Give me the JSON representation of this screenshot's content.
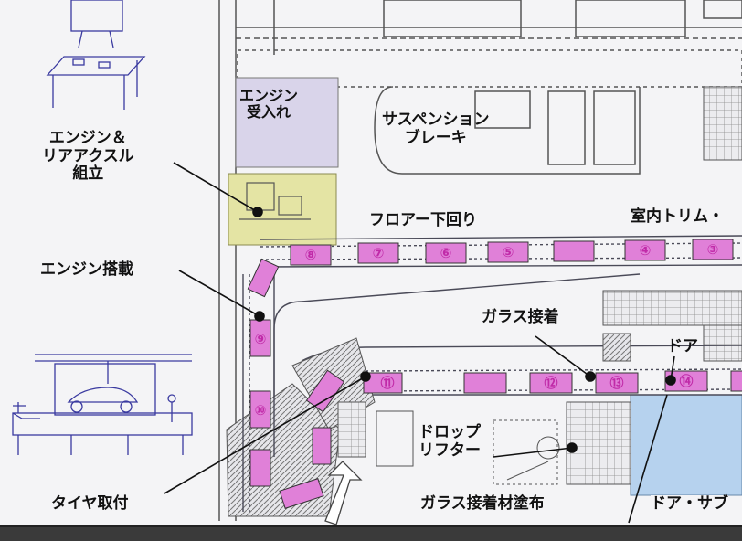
{
  "labels": {
    "engine_receiving": [
      "エンジン",
      "受入れ"
    ],
    "suspension_brake": [
      "サスペンション",
      "ブレーキ"
    ],
    "engine_rear_axle": [
      "エンジン＆",
      "リアアクスル",
      "組立"
    ],
    "floor_underbody": "フロアー下回り",
    "interior_trim": "室内トリム・",
    "engine_mounting": "エンジン搭載",
    "glass_bonding": "ガラス接着",
    "door": "ドア",
    "drop_lifter": [
      "ドロップ",
      "リフター"
    ],
    "tire_mounting": "タイヤ取付",
    "glass_adhesive": "ガラス接着材塗布",
    "door_sub": "ドア・サブ"
  },
  "stations": {
    "upper_line": [
      "⑧",
      "⑦",
      "⑥",
      "⑤",
      "④",
      "③"
    ],
    "vertical_line": [
      "⑨",
      "⑩"
    ],
    "lower_line": [
      "⑪",
      "⑫",
      "⑬",
      "⑭"
    ]
  },
  "colors": {
    "station_fill": "#e080d8",
    "station_number": "#c02aa8",
    "engine_zone": "#d9d4ea",
    "assembly_zone": "#e4e4a4",
    "door_zone": "#b6d2ee",
    "line": "#4a4a58"
  }
}
